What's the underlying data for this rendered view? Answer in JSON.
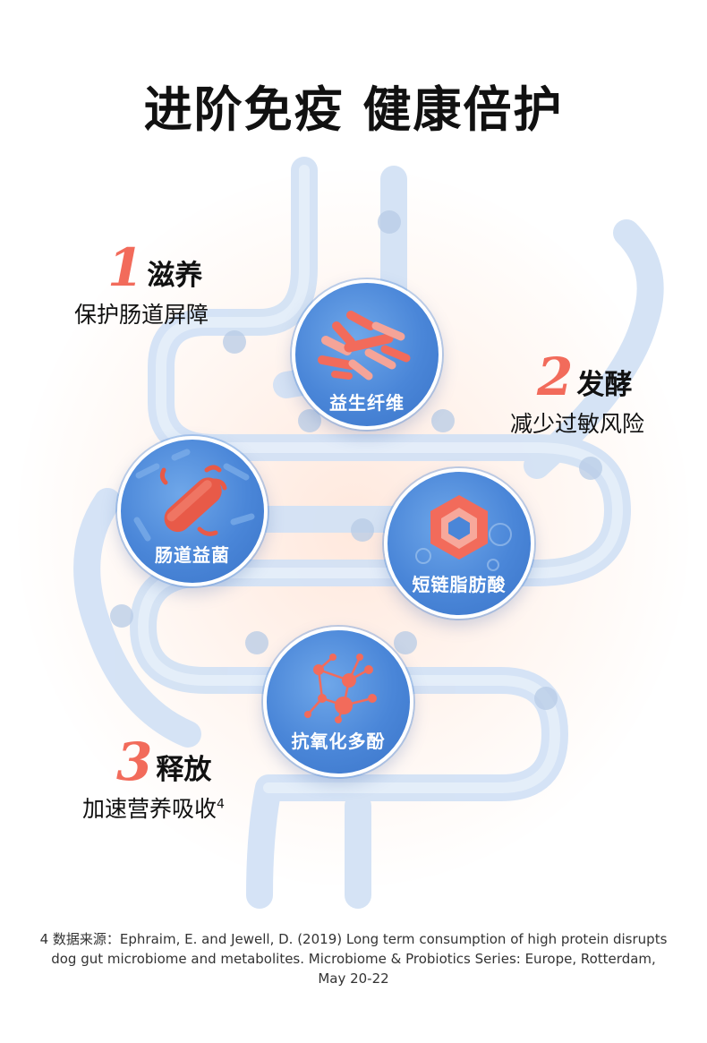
{
  "title": "进阶免疫 健康倍护",
  "benefits": [
    {
      "num": "1",
      "name": "滋养",
      "desc": "保护肠道屏障"
    },
    {
      "num": "2",
      "name": "发酵",
      "desc": "减少过敏风险"
    },
    {
      "num": "3",
      "name": "释放",
      "desc": "加速营养吸收",
      "ref": "4"
    }
  ],
  "circles": [
    {
      "label": "益生纤维",
      "icon": "fiber-strands-icon"
    },
    {
      "label": "肠道益菌",
      "icon": "bacteria-icon"
    },
    {
      "label": "短链脂肪酸",
      "icon": "hexagon-molecule-icon"
    },
    {
      "label": "抗氧化多酚",
      "icon": "molecule-network-icon"
    }
  ],
  "footnote": "4 数据来源：Ephraim, E. and Jewell, D. (2019) Long term consumption of high protein disrupts dog gut microbiome and metabolites. Microbiome & Probiotics Series: Europe, Rotterdam, May 20-22",
  "colors": {
    "accent": "#f26b5b",
    "circle_blue": "#4a86d8",
    "intestine_blue": "#c9dcf3",
    "title": "#111111"
  }
}
